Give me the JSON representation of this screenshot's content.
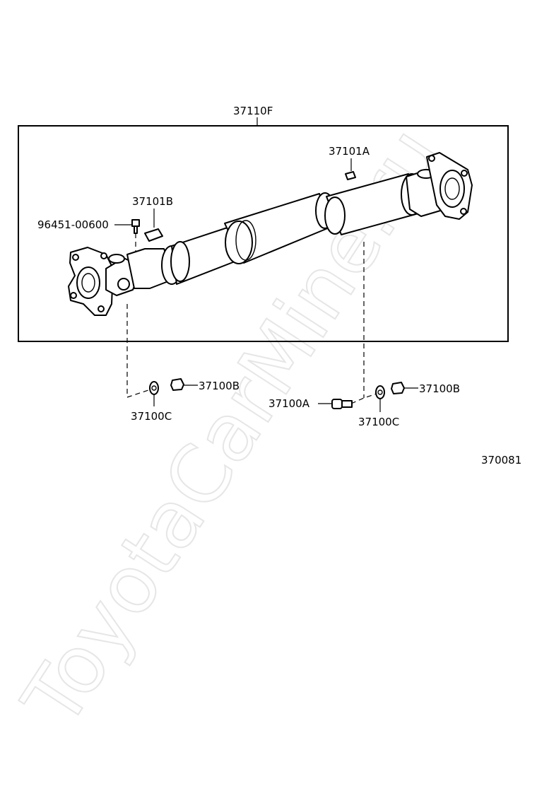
{
  "diagram": {
    "figure_id": "370081",
    "watermark": "ToyotaCarMine.ru",
    "labels": {
      "assembly": "37110F",
      "grease_fitting": "96451-00600",
      "plug_b": "37101B",
      "plug_a": "37101A",
      "bolt_a": "37100A",
      "washer_b_left": "37100B",
      "washer_b_right": "37100B",
      "nut_c_left": "37100C",
      "nut_c_right": "37100C"
    }
  }
}
